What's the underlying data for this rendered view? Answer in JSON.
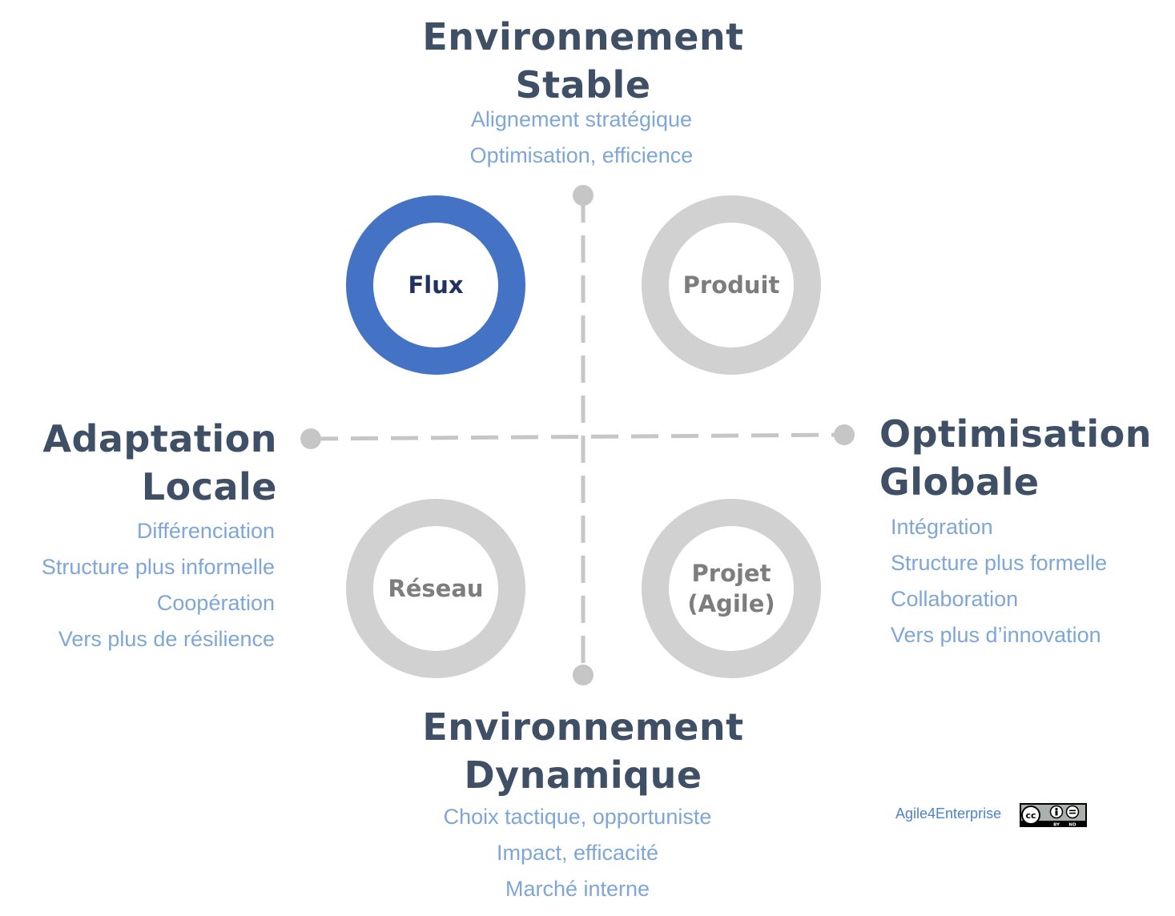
{
  "top": {
    "title_lines": [
      "Environnement",
      "Stable"
    ],
    "items": [
      "Alignement stratégique",
      "Optimisation, efficience"
    ]
  },
  "bottom": {
    "title_lines": [
      "Environnement",
      "Dynamique"
    ],
    "items": [
      "Choix tactique, opportuniste",
      "Impact, efficacité",
      "Marché interne"
    ]
  },
  "left": {
    "title_lines": [
      "Adaptation",
      "Locale"
    ],
    "items": [
      "Différenciation",
      "Structure plus informelle",
      "Coopération",
      "Vers plus de résilience"
    ]
  },
  "right": {
    "title_lines": [
      "Optimisation",
      "Globale"
    ],
    "items": [
      "Intégration",
      "Structure plus formelle",
      "Collaboration",
      "Vers plus d’innovation"
    ]
  },
  "quadrants": {
    "top_left": {
      "label_lines": [
        "Flux"
      ],
      "highlighted": true
    },
    "top_right": {
      "label_lines": [
        "Produit"
      ],
      "highlighted": false
    },
    "bottom_left": {
      "label_lines": [
        "Réseau"
      ],
      "highlighted": false
    },
    "bottom_right": {
      "label_lines": [
        "Projet",
        "(Agile)"
      ],
      "highlighted": false
    }
  },
  "colors": {
    "heading": "#3f4f66",
    "subtext": "#7ea6d6",
    "ring_active": "#4472c4",
    "ring_inactive": "#d1d1d1",
    "axis": "#c6c6c6"
  },
  "footer": {
    "brand": "Agile4Enterprise",
    "license_badge": "CC BY ND"
  }
}
